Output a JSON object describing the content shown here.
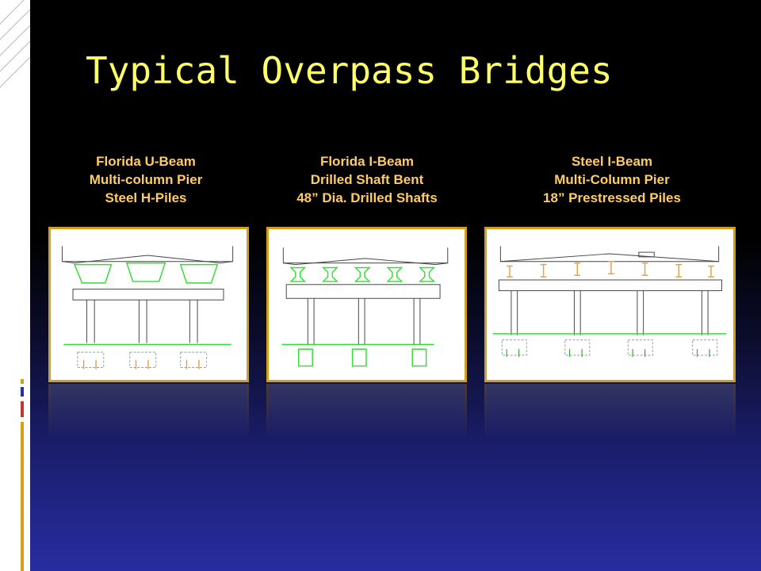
{
  "slide": {
    "title": "Typical Overpass Bridges"
  },
  "bridges": [
    {
      "line1": "Florida U-Beam",
      "line2": "Multi-column Pier",
      "line3": "Steel H-Piles"
    },
    {
      "line1": "Florida I-Beam",
      "line2": "Drilled Shaft Bent",
      "line3": "48” Dia. Drilled Shafts"
    },
    {
      "line1": "Steel I-Beam",
      "line2": "Multi-Column Pier",
      "line3": "18” Prestressed Piles"
    }
  ],
  "colors": {
    "title": "#ffff66",
    "caption": "#ffcc66",
    "panel_border": "#d4a017",
    "beam_green": "#33dd33",
    "steel_orange": "#e8a040"
  }
}
